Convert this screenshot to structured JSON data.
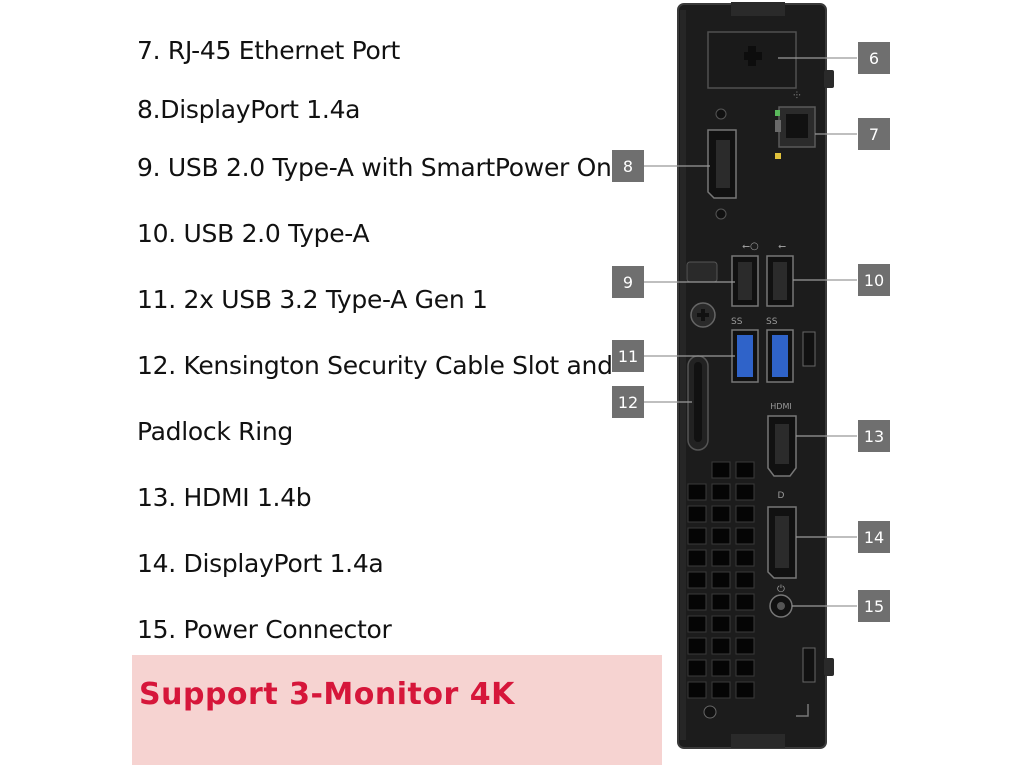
{
  "legend": {
    "items": [
      "7. RJ-45 Ethernet Port",
      "8.DisplayPort 1.4a",
      "9. USB 2.0 Type-A with SmartPower On",
      "10. USB 2.0 Type-A",
      "11. 2x USB 3.2 Type-A Gen 1",
      "12. Kensington Security Cable Slot and",
      "Padlock Ring",
      "13. HDMI 1.4b",
      "14. DisplayPort 1.4a",
      "15. Power Connector"
    ]
  },
  "promo": {
    "text": "Support 3-Monitor 4K",
    "text_color": "#d6163a",
    "background": "#f6d3d1"
  },
  "callouts": [
    "6",
    "7",
    "8",
    "9",
    "10",
    "11",
    "12",
    "13",
    "14",
    "15"
  ],
  "port_labels": {
    "hdmi": "HDMI",
    "usb3": "SS"
  },
  "colors": {
    "chassis": "#1c1c1c",
    "usb3_blue": "#2f63c9",
    "callout_gray": "#6f6f6f"
  }
}
